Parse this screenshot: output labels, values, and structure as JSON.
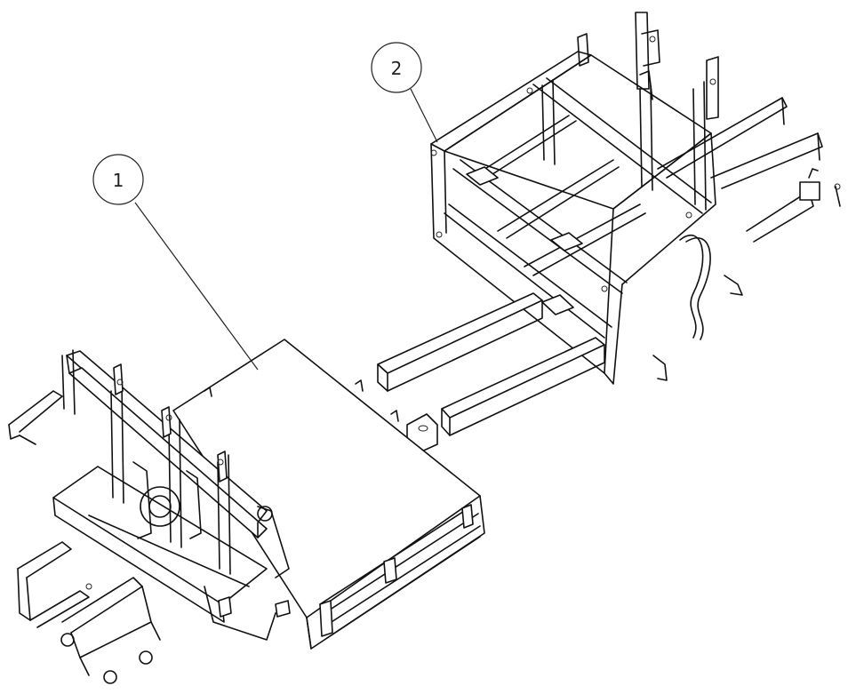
{
  "drawing": {
    "callouts": [
      {
        "id": "callout-1",
        "label": "1"
      },
      {
        "id": "callout-2",
        "label": "2"
      }
    ]
  }
}
